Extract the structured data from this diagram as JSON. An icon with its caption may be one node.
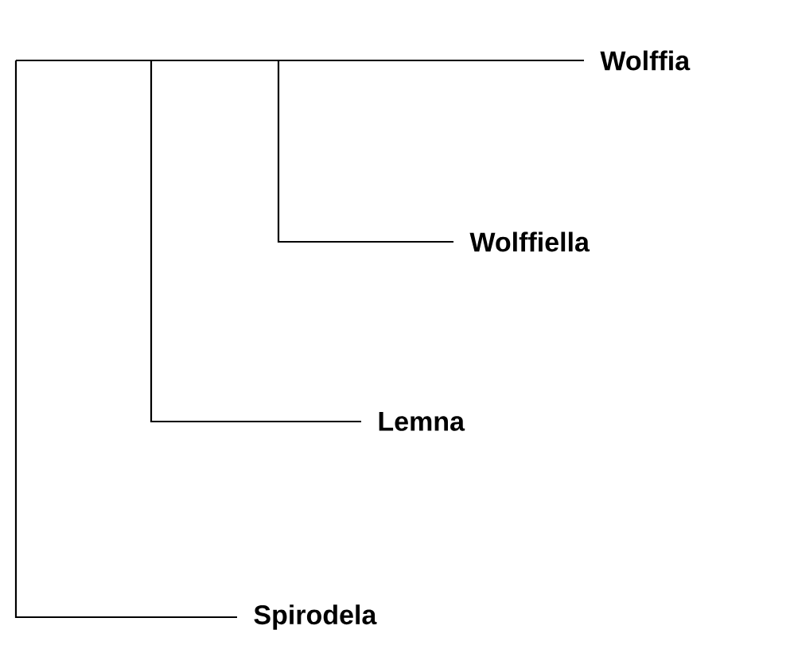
{
  "diagram": {
    "nodes": [
      {
        "text": [
          "Wolffia"
        ]
      },
      {
        "text": [
          "Wolffiella"
        ]
      },
      {
        "text": [
          "Lemna"
        ]
      },
      {
        "text": [
          "Spirodela"
        ]
      }
    ],
    "edges": [
      {
        "from": null,
        "to": 0,
        "arrow": "none"
      },
      {
        "from": null,
        "to": 1,
        "arrow": "none"
      },
      {
        "from": null,
        "to": 2,
        "arrow": "none"
      },
      {
        "from": null,
        "to": 3,
        "arrow": "none"
      }
    ]
  }
}
